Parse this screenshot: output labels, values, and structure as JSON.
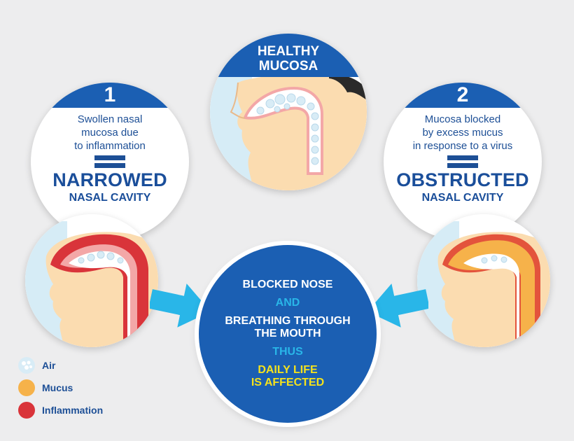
{
  "healthy": {
    "line1": "HEALTHY",
    "line2": "MUCOSA"
  },
  "left": {
    "number": "1",
    "desc": [
      "Swollen nasal",
      "mucosa due",
      "to inflammation"
    ],
    "result": "NARROWED",
    "result_sub": "NASAL CAVITY"
  },
  "right": {
    "number": "2",
    "desc": [
      "Mucosa blocked",
      "by excess mucus",
      "in response  to a virus"
    ],
    "result": "OBSTRUCTED",
    "result_sub": "NASAL CAVITY"
  },
  "center": {
    "line1": "BLOCKED NOSE",
    "line2": "AND",
    "line3": "BREATHING THROUGH",
    "line4": "THE MOUTH",
    "line5": "THUS",
    "line6": "DAILY LIFE",
    "line7": "IS AFFECTED"
  },
  "legend": [
    {
      "label": "Air",
      "icon": "air-bubbles-icon"
    },
    {
      "label": "Mucus",
      "icon": "mucus-dot-icon"
    },
    {
      "label": "Inflammation",
      "icon": "inflammation-dot-icon"
    }
  ],
  "colors": {
    "brand_blue": "#1b5fb3",
    "dark_blue": "#1d4f96",
    "arrow_cyan": "#29b6e8",
    "yellow": "#f5e21c",
    "skin": "#fbdcb0",
    "mucus": "#f6b24a",
    "inflammation": "#d9343a",
    "air": "#d8ecf6"
  }
}
